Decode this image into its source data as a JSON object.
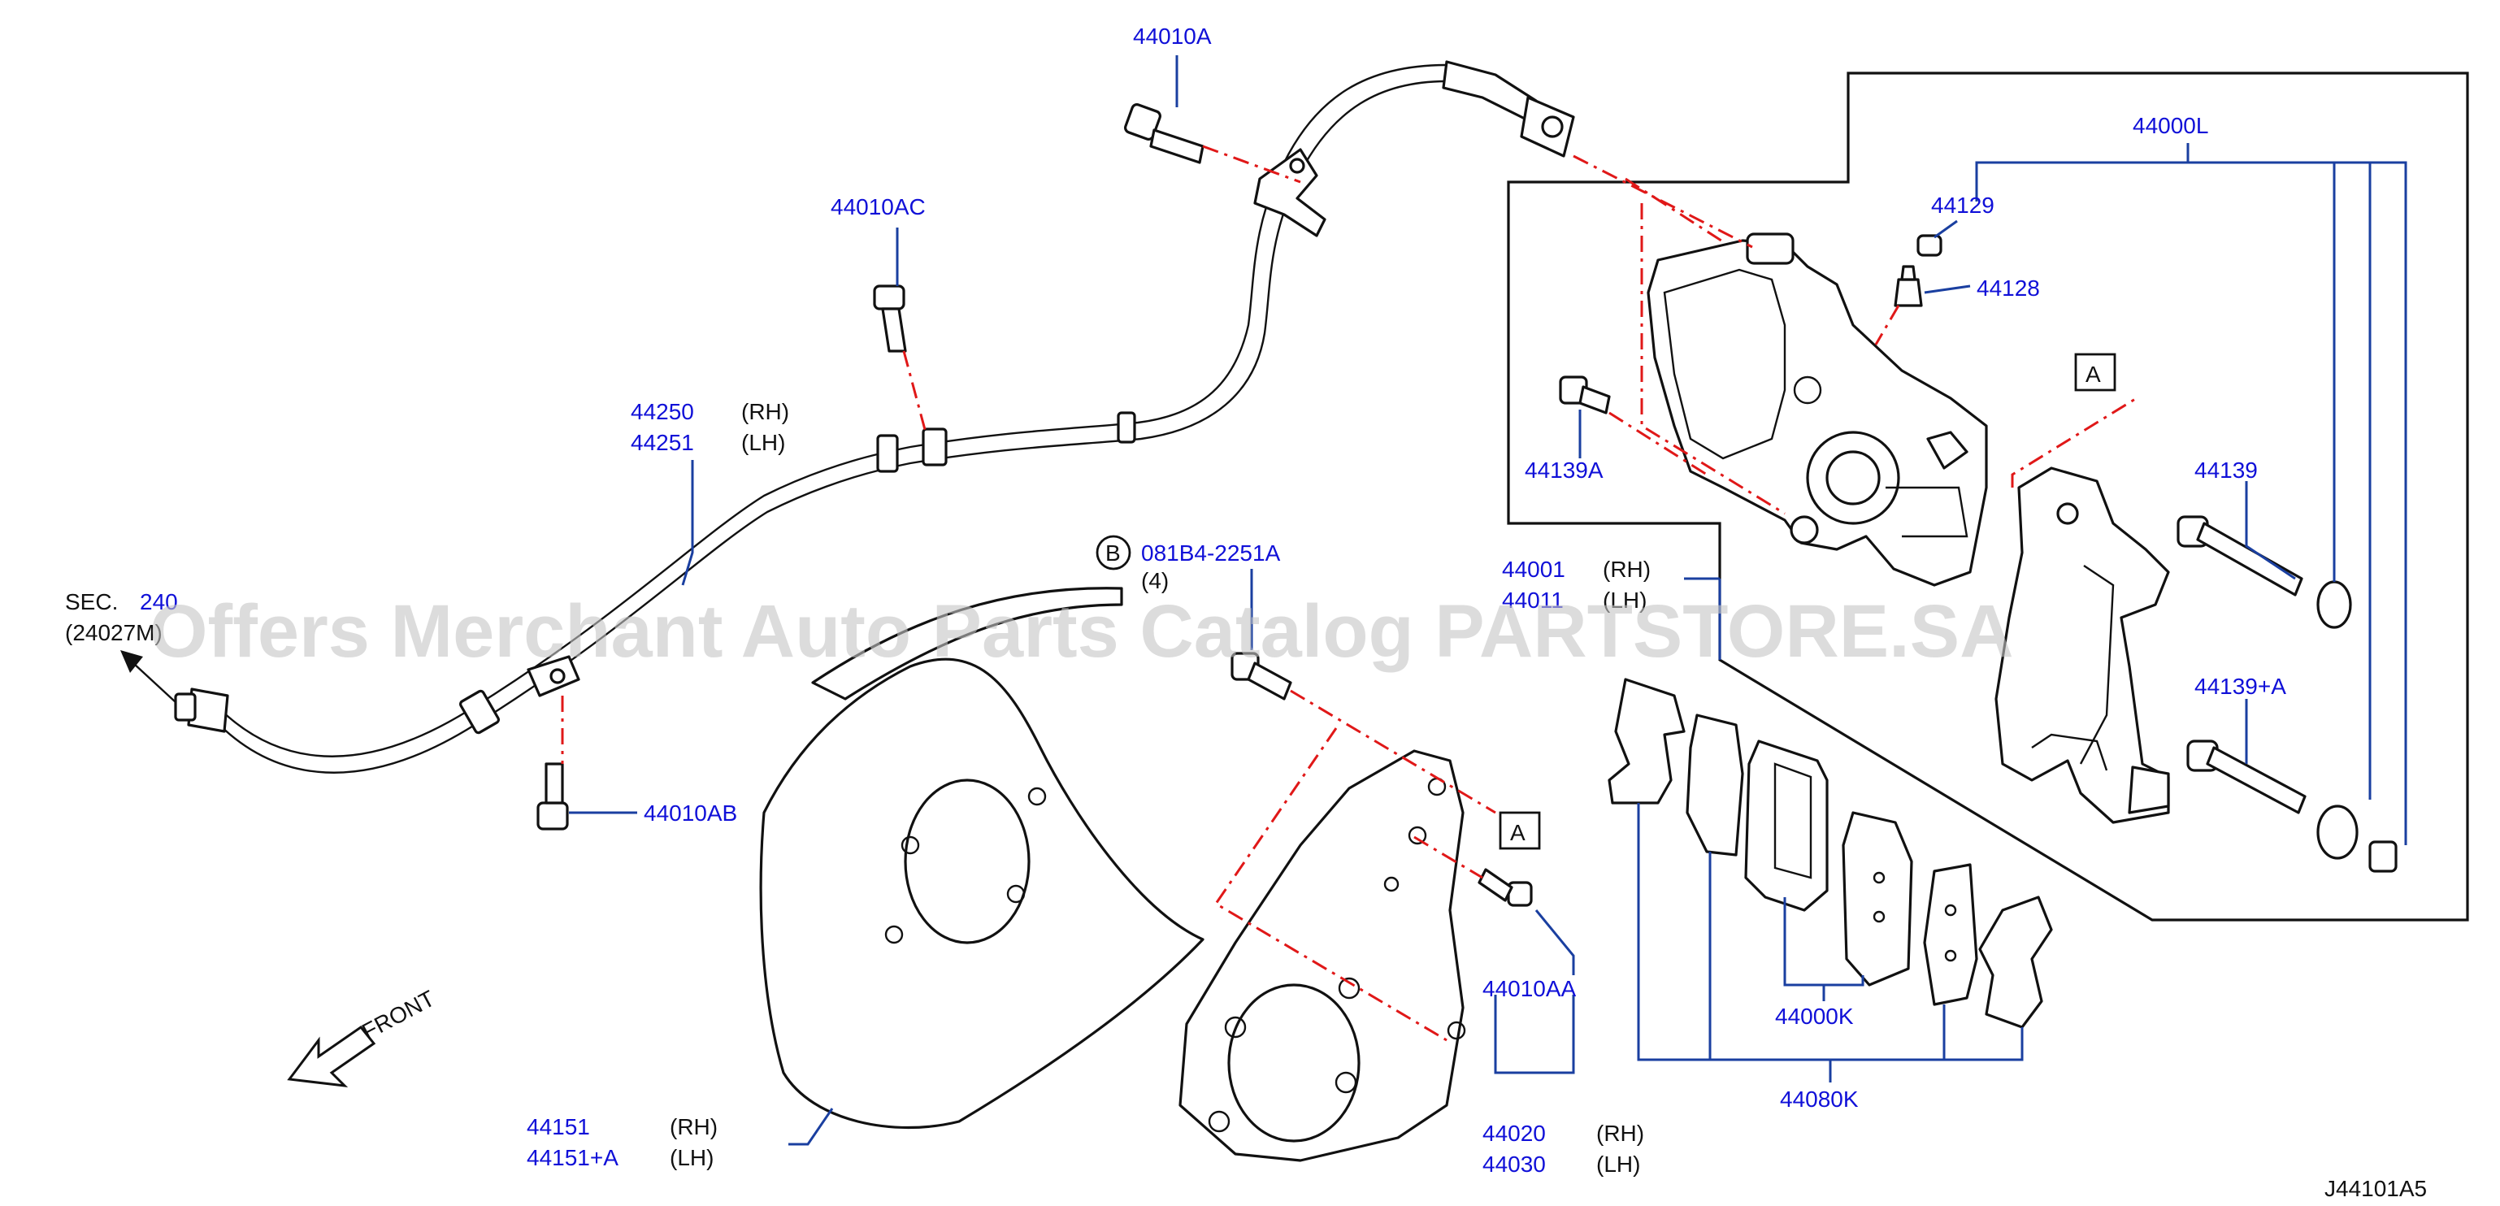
{
  "diagram_code": "J44101A5",
  "watermark": "Offers Merchant Auto Parts Catalog PARTSTORE.SA",
  "front_label": "FRONT",
  "section_ref": {
    "line1": "SEC.",
    "number": "240",
    "line2": "(24027M)"
  },
  "ref_markers": {
    "a_top": "A",
    "a_mid": "A",
    "b": "B"
  },
  "parts": {
    "p44010A": "44010A",
    "p44010AC": "44010AC",
    "p44010AB": "44010AB",
    "p44010AA": "44010AA",
    "p44250": "44250",
    "p44251": "44251",
    "p081B4": "081B4-2251A",
    "p081B4_qty": "(4)",
    "p44000L": "44000L",
    "p44129": "44129",
    "p44128": "44128",
    "p44139A": "44139A",
    "p44139": "44139",
    "p44139plusA": "44139+A",
    "p44001": "44001",
    "p44011": "44011",
    "p44000K": "44000K",
    "p44080K": "44080K",
    "p44151": "44151",
    "p44151plusA": "44151+A",
    "p44020": "44020",
    "p44030": "44030"
  },
  "side_labels": {
    "rh": "(RH)",
    "lh": "(LH)"
  }
}
